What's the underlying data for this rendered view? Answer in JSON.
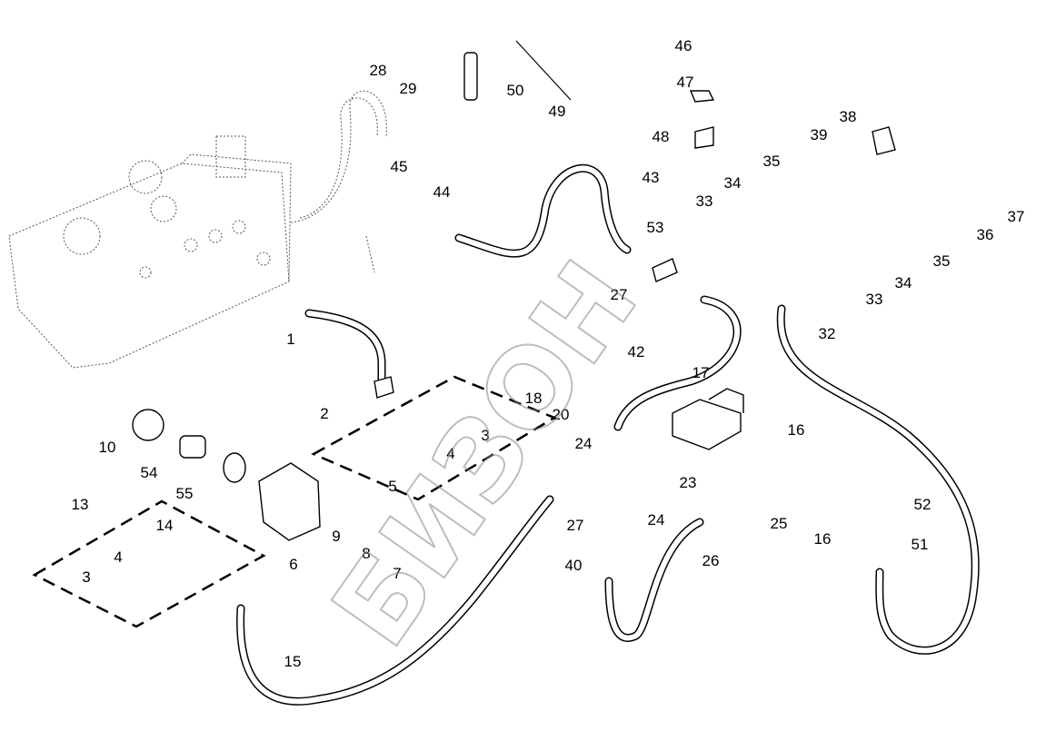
{
  "diagram": {
    "watermark": "БИЗОН",
    "part_labels": [
      "28",
      "29",
      "50",
      "49",
      "46",
      "47",
      "48",
      "38",
      "39",
      "35",
      "34",
      "33",
      "45",
      "44",
      "43",
      "53",
      "27",
      "37",
      "36",
      "35",
      "34",
      "33",
      "32",
      "1",
      "42",
      "17",
      "18",
      "20",
      "2",
      "3",
      "4",
      "10",
      "54",
      "16",
      "24",
      "55",
      "5",
      "23",
      "27",
      "24",
      "25",
      "13",
      "14",
      "52",
      "9",
      "16",
      "51",
      "6",
      "8",
      "40",
      "26",
      "4",
      "7",
      "3",
      "15"
    ]
  }
}
